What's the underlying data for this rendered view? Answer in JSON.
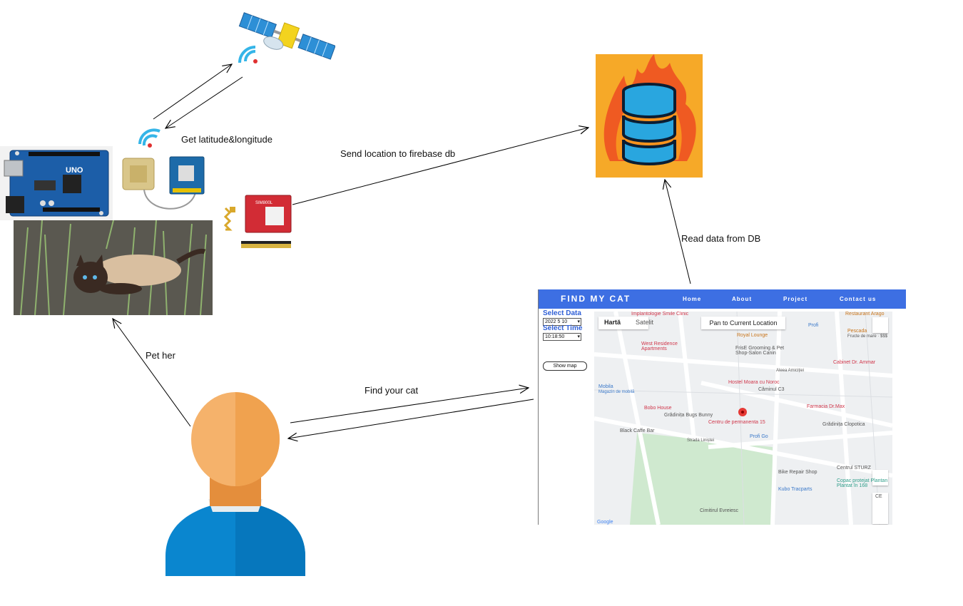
{
  "diagram": {
    "labels": {
      "gps": "Get latitude&longitude",
      "send": "Send location to firebase db",
      "read": "Read data from DB",
      "find": "Find your cat",
      "pet": "Pet her"
    },
    "board_label": "UNO",
    "gsm_label": "SIM800L"
  },
  "webapp": {
    "title": "FIND MY CAT",
    "nav": [
      "Home",
      "About",
      "Project",
      "Contact us"
    ],
    "select_data_label": "Select Data",
    "select_data_value": "2022 5 10",
    "select_time_label": "Select Time",
    "select_time_value": "10:18:50",
    "show_map_label": "Show map",
    "map": {
      "tab_map": "Hartă",
      "tab_satellite": "Satelit",
      "pan_button": "Pan to Current Location",
      "places": [
        "Implantologie Smile Clinic",
        "Restaurant Arago",
        "Profi",
        "Pescada",
        "West Residence Apartments",
        "FrisE Grooming & Pet Shop-Salon Canin",
        "Cabinet Dr. Ammar",
        "Royal Lounge",
        "Mobila",
        "Magazin de mobilă",
        "Hostel Moara cu Noroc",
        "Căminul C3",
        "Bobo House",
        "Grădinița Bugs Bunny",
        "Farmacia Dr.Max",
        "Centru de permanenta 15",
        "Black Caffe Bar",
        "Grădinița Clopotica",
        "Profi Go",
        "Bike Repair Shop",
        "Centrul STURZ",
        "Kubo Tracparts",
        "Copac protejat Plantan Plantat în 168",
        "Cimitirul Evreiesc",
        "Strada Liniștei",
        "Aleea Amiciției",
        "Google",
        "Fructe de mare · $$$",
        "CE"
      ]
    }
  }
}
